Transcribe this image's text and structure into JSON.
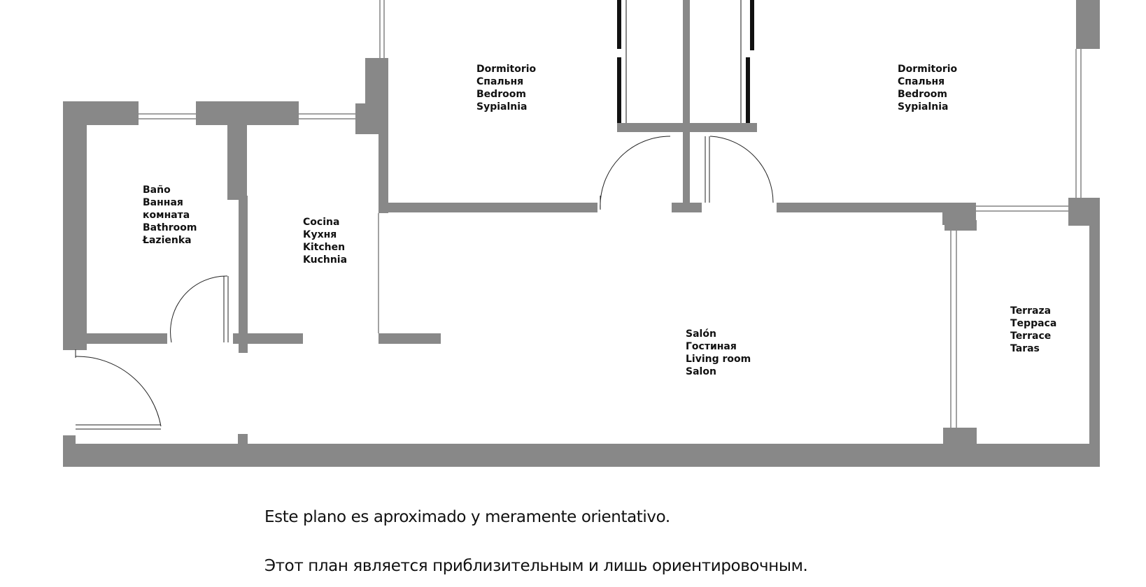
{
  "colors": {
    "wall": "#888888",
    "window": "#444444",
    "text": "#111111",
    "background": "#ffffff"
  },
  "rooms": [
    {
      "id": "bedroom-1",
      "lines": [
        "Dormitorio",
        "Спальня",
        "Bedroom",
        "Sypialnia"
      ]
    },
    {
      "id": "bedroom-2",
      "lines": [
        "Dormitorio",
        "Спальня",
        "Bedroom",
        "Sypialnia"
      ]
    },
    {
      "id": "bathroom",
      "lines": [
        "Baño",
        "Ванная",
        "комната",
        "Bathroom",
        "Łazienka"
      ]
    },
    {
      "id": "kitchen",
      "lines": [
        "Cocina",
        "Кухня",
        "Kitchen",
        "Kuchnia"
      ]
    },
    {
      "id": "living-room",
      "lines": [
        "Salón",
        "Гостиная",
        "Living room",
        "Salon"
      ]
    },
    {
      "id": "terrace",
      "lines": [
        "Terraza",
        "Терраса",
        "Terrace",
        "Taras"
      ]
    }
  ],
  "notes": [
    "Este plano es aproximado y meramente orientativo.",
    "Этот план является приблизительным и лишь ориентировочным."
  ]
}
